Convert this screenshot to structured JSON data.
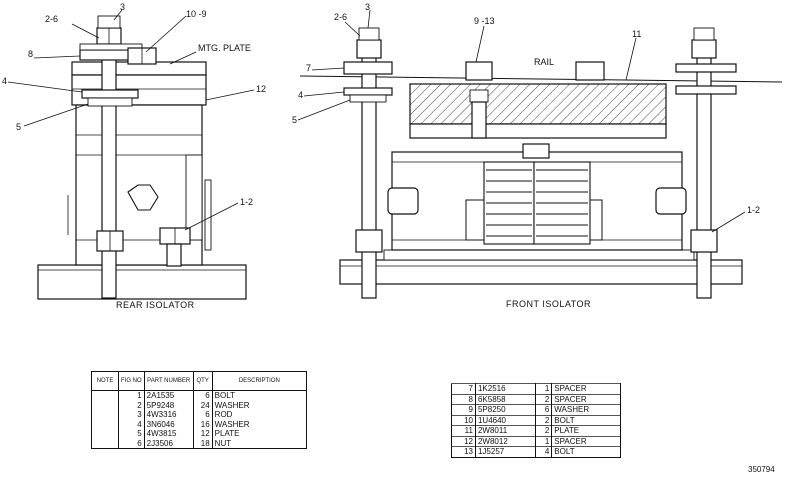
{
  "labels": {
    "rear_2_6": "2-6",
    "rear_3": "3",
    "rear_10_9": "10 -9",
    "rear_mtg_plate": "MTG. PLATE",
    "rear_8": "8",
    "rear_12": "12",
    "rear_4": "4",
    "rear_5": "5",
    "rear_1_2": "1-2",
    "front_2_6": "2-6",
    "front_3": "3",
    "front_9_13": "9 -13",
    "front_11": "11",
    "front_rail": "RAIL",
    "front_7": "7",
    "front_4": "4",
    "front_5": "5",
    "front_1_2": "1-2"
  },
  "captions": {
    "rear": "REAR ISOLATOR",
    "front": "FRONT ISOLATOR"
  },
  "table_left": {
    "headers": [
      "NOTE",
      "FIG NO",
      "PART NUMBER",
      "QTY",
      "DESCRIPTION"
    ],
    "rows": [
      {
        "note": "",
        "fig": "1",
        "part": "2A1535",
        "qty": "6",
        "desc": "BOLT"
      },
      {
        "note": "",
        "fig": "2",
        "part": "5P9248",
        "qty": "24",
        "desc": "WASHER"
      },
      {
        "note": "",
        "fig": "3",
        "part": "4W3316",
        "qty": "6",
        "desc": "ROD"
      },
      {
        "note": "",
        "fig": "4",
        "part": "3N6046",
        "qty": "16",
        "desc": "WASHER"
      },
      {
        "note": "",
        "fig": "5",
        "part": "4W3815",
        "qty": "12",
        "desc": "PLATE"
      },
      {
        "note": "",
        "fig": "6",
        "part": "2J3506",
        "qty": "18",
        "desc": "NUT"
      }
    ]
  },
  "table_right": {
    "rows": [
      {
        "fig": "7",
        "part": "1K2516",
        "qty": "1",
        "desc": "SPACER"
      },
      {
        "fig": "8",
        "part": "6K5858",
        "qty": "2",
        "desc": "SPACER"
      },
      {
        "fig": "9",
        "part": "5P8250",
        "qty": "6",
        "desc": "WASHER"
      },
      {
        "fig": "10",
        "part": "1U4640",
        "qty": "2",
        "desc": "BOLT"
      },
      {
        "fig": "11",
        "part": "2W8011",
        "qty": "2",
        "desc": "PLATE"
      },
      {
        "fig": "12",
        "part": "2W8012",
        "qty": "1",
        "desc": "SPACER"
      },
      {
        "fig": "13",
        "part": "1J5257",
        "qty": "4",
        "desc": "BOLT"
      }
    ]
  },
  "figure_id": "350794"
}
